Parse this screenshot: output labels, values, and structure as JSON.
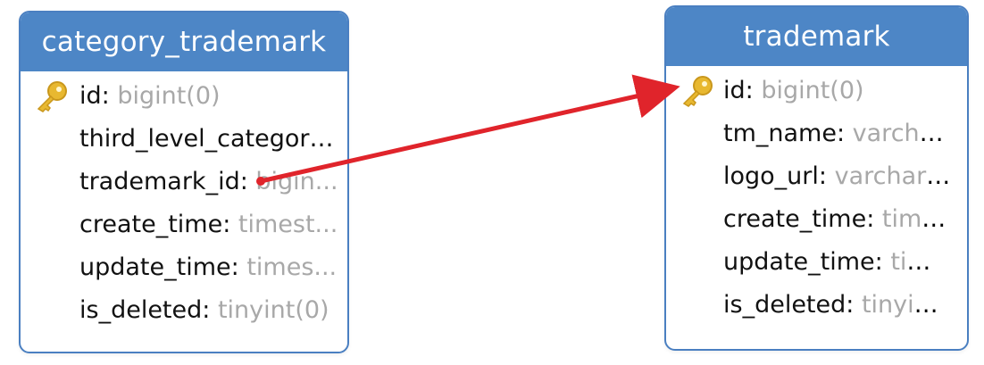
{
  "colors": {
    "header_bg": "#4d86c6",
    "border": "#4a7fc1",
    "field_name": "#111111",
    "field_type": "#a8a8a8",
    "key": "#e8b830",
    "arrow": "#e0242b"
  },
  "tables": [
    {
      "name": "category_trademark",
      "fields": [
        {
          "name": "id",
          "type": "bigint(0)",
          "primary_key": true
        },
        {
          "name": "third_level_category...",
          "type": "",
          "primary_key": false
        },
        {
          "name": "trademark_id",
          "type": "bigin...",
          "primary_key": false
        },
        {
          "name": "create_time",
          "type": "timest...",
          "primary_key": false
        },
        {
          "name": "update_time",
          "type": "times...",
          "primary_key": false
        },
        {
          "name": "is_deleted",
          "type": "tinyint(0)",
          "primary_key": false
        }
      ]
    },
    {
      "name": "trademark",
      "fields": [
        {
          "name": "id",
          "type": "bigint(0)",
          "primary_key": true
        },
        {
          "name": "tm_name",
          "type": "varcha...",
          "primary_key": false
        },
        {
          "name": "logo_url",
          "type": "varchar(...",
          "primary_key": false
        },
        {
          "name": "create_time",
          "type": "time...",
          "primary_key": false
        },
        {
          "name": "update_time",
          "type": "tim...",
          "primary_key": false
        },
        {
          "name": "is_deleted",
          "type": "tinyint...",
          "primary_key": false
        }
      ]
    }
  ],
  "relation": {
    "from_table": "category_trademark",
    "from_field": "trademark_id",
    "to_table": "trademark",
    "to_field": "id"
  }
}
